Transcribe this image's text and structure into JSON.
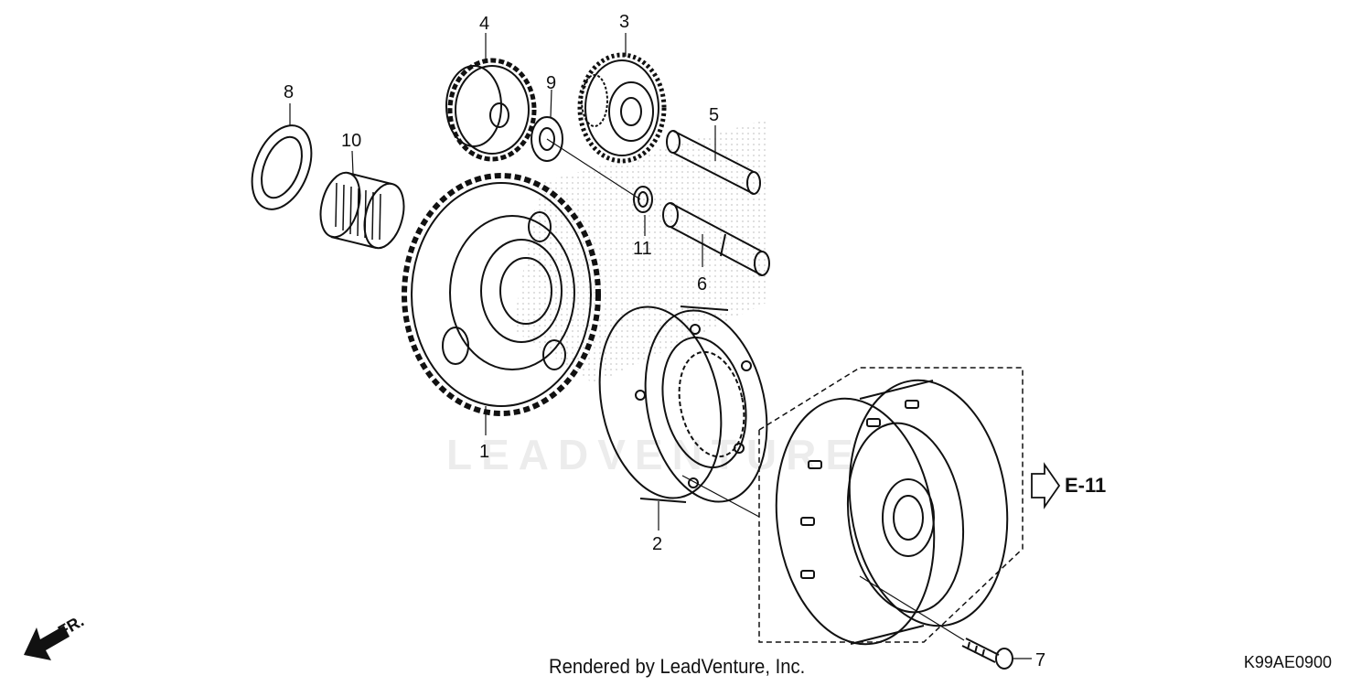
{
  "diagram": {
    "callouts": [
      "1",
      "2",
      "3",
      "4",
      "5",
      "6",
      "7",
      "8",
      "9",
      "10",
      "11"
    ],
    "reference_label": "E-11",
    "front_label": "FR.",
    "watermark": "LEADVENTURE",
    "credit": "Rendered by LeadVenture, Inc.",
    "diagram_code": "K99AE0900"
  }
}
